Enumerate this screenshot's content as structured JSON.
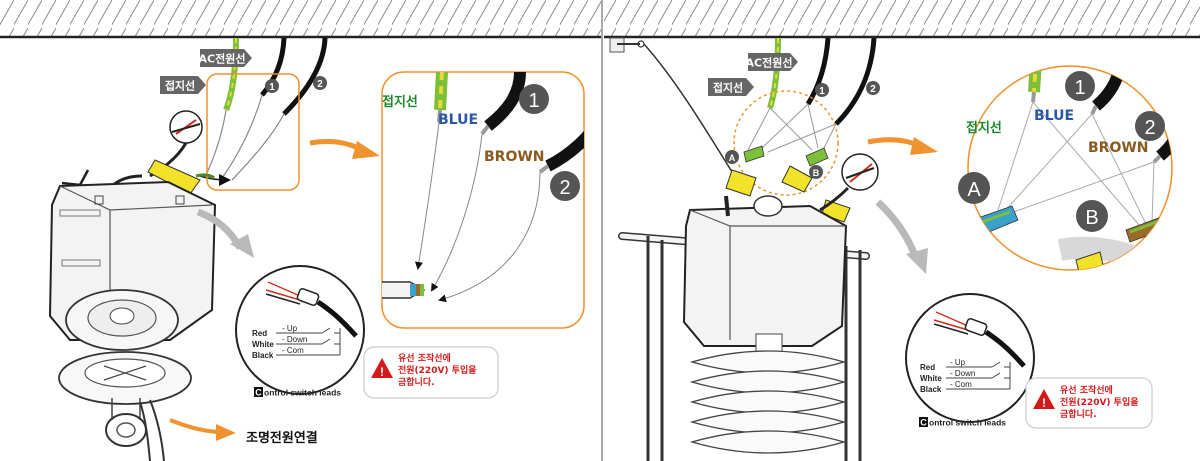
{
  "left": {
    "tag_ac": "AC전원선",
    "tag_ground": "접지선",
    "num1": "1",
    "num2": "2",
    "zoom": {
      "ground_label": "접지선",
      "blue_label": "BLUE",
      "brown_label": "BROWN",
      "num1": "1",
      "num2": "2"
    },
    "switch": {
      "red": "Red",
      "up": "- Up",
      "white": "White",
      "down": "- Down",
      "black": "Black",
      "com": "- Com",
      "caption_letter": "C",
      "caption_rest": "ontrol switch leads"
    },
    "warning": {
      "line1": "유선 조작선에",
      "line2": "전원(220V) 투입을",
      "line3": "금합니다."
    },
    "lighting_label": "조명전원연결"
  },
  "right": {
    "tag_ac": "AC전원선",
    "tag_ground": "접지선",
    "num1": "1",
    "num2": "2",
    "label_a": "A",
    "label_b": "B",
    "zoom": {
      "ground_label": "접지선",
      "blue_label": "BLUE",
      "brown_label": "BROWN",
      "num1": "1",
      "num2": "2",
      "label_a": "A",
      "label_b": "B"
    },
    "switch": {
      "red": "Red",
      "up": "- Up",
      "white": "White",
      "down": "- Down",
      "black": "Black",
      "com": "- Com",
      "caption_letter": "C",
      "caption_rest": "ontrol switch leads"
    },
    "warning": {
      "line1": "유선 조작선에",
      "line2": "전원(220V) 투입을",
      "line3": "금합니다."
    }
  },
  "colors": {
    "orange": "#f0922e",
    "tag_gray": "#666666",
    "ground_green": "#1a8a2a",
    "blue_text": "#2a56a6",
    "brown_text": "#8a5a1e",
    "warning_red": "#d21a1a",
    "yellow": "#f2e22a"
  }
}
